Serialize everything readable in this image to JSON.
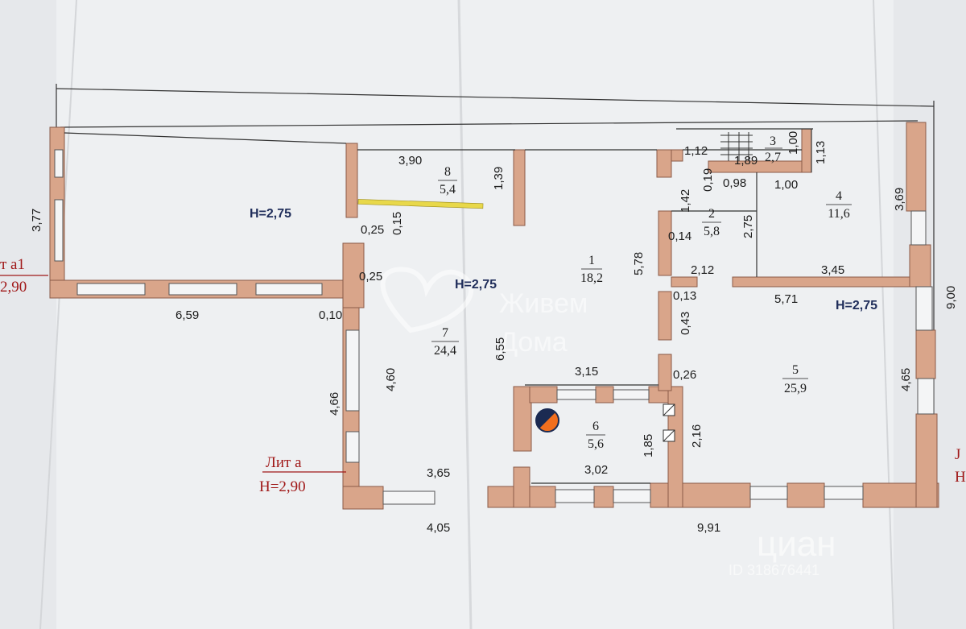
{
  "plan": {
    "lit_a1": "т а1",
    "lit_a1_height": "2,90",
    "lit_a": "Лит а",
    "lit_a_height": "H=2,90",
    "lit_right": "J",
    "lit_right_h": "H",
    "height_labels": [
      "H=2,75",
      "H=2,75",
      "H=2,75"
    ],
    "rooms": [
      {
        "num": "1",
        "area": "18,2"
      },
      {
        "num": "2",
        "area": "5,8"
      },
      {
        "num": "3",
        "area": "2,7"
      },
      {
        "num": "4",
        "area": "11,6"
      },
      {
        "num": "5",
        "area": "25,9"
      },
      {
        "num": "6",
        "area": "5,6"
      },
      {
        "num": "7",
        "area": "24,4"
      },
      {
        "num": "8",
        "area": "5,4"
      }
    ],
    "dims": {
      "d377": "3,77",
      "d659": "6,59",
      "d010": "0,10",
      "d466": "4,66",
      "d460": "4,60",
      "d025a": "0,25",
      "d025b": "0,25",
      "d015": "0,15",
      "d390": "3,90",
      "d139": "1,39",
      "d655": "6,55",
      "d365": "3,65",
      "d405": "4,05",
      "d315": "3,15",
      "d302": "3,02",
      "d185": "1,85",
      "d216": "2,16",
      "d578": "5,78",
      "d112": "1,12",
      "d189": "1,89",
      "d100a": "1,00",
      "d113": "1,13",
      "d019": "0,19",
      "d098": "0,98",
      "d100b": "1,00",
      "d142": "1,42",
      "d014": "0,14",
      "d275": "2,75",
      "d212": "2,12",
      "d345": "3,45",
      "d369": "3,69",
      "d900": "9,00",
      "d013": "0,13",
      "d043": "0,43",
      "d571": "5,71",
      "d026": "0,26",
      "d465": "4,65",
      "d991": "9,91"
    },
    "watermark": {
      "line1": "Живем",
      "line2": "Дома",
      "cian": "циан",
      "cian_id": "ID 318676441"
    },
    "colors": {
      "paper": "#eef0f2",
      "wall": "#d9a58a",
      "wall_stroke": "#8a5a48",
      "line": "#333333",
      "accent_yellow": "#e8d84a",
      "lit_red": "#a01818",
      "height_blue": "#1f2d5a"
    }
  }
}
